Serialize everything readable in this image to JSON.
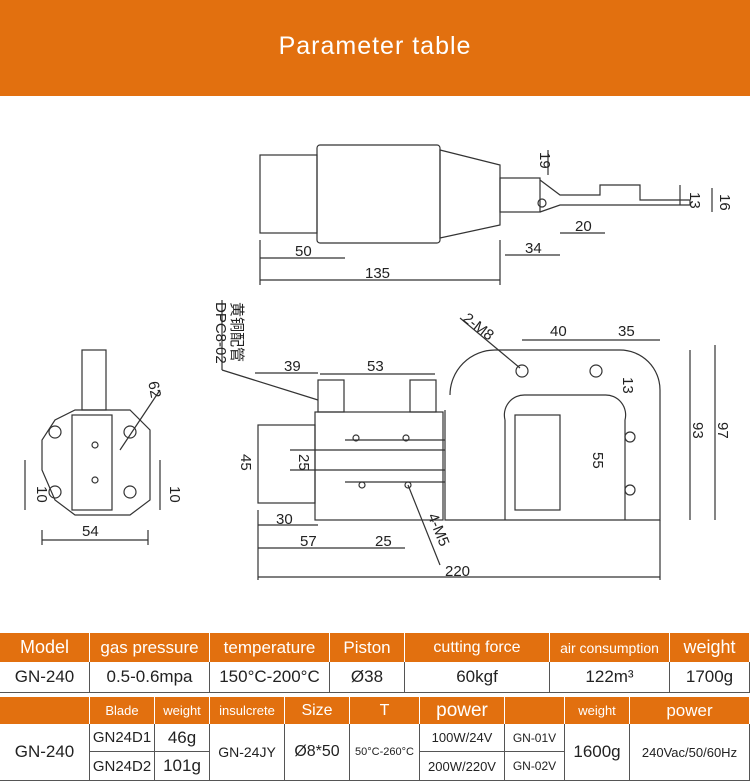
{
  "header": {
    "title": "Parameter table"
  },
  "drawing": {
    "dims_top": [
      "19",
      "13",
      "16",
      "50",
      "34",
      "20",
      "135"
    ],
    "dims_side": [
      "62",
      "10",
      "10",
      "54"
    ],
    "dims_front": [
      "39",
      "53",
      "2-M8",
      "40",
      "35",
      "13",
      "93",
      "97",
      "55",
      "45",
      "25",
      "30",
      "57",
      "25",
      "4-M5",
      "220"
    ],
    "note_cn": "黄铜配管",
    "note_code": "DPC8-02"
  },
  "table1": {
    "headers": [
      "Model",
      "gas pressure",
      "temperature",
      "Piston",
      "cutting force",
      "air consumption",
      "weight"
    ],
    "values": [
      "GN-240",
      "0.5-0.6mpa",
      "150°C-200°C",
      "Ø38",
      "60kgf",
      "122m³",
      "1700g"
    ]
  },
  "table2": {
    "headers": [
      "",
      "Blade",
      "weight",
      "insulcrete",
      "Size",
      "T",
      "power",
      "",
      "weight",
      "power"
    ],
    "model": "GN-240",
    "blades": [
      {
        "name": "GN24D1",
        "weight": "46g"
      },
      {
        "name": "GN24D2",
        "weight": "101g"
      }
    ],
    "insulcrete": "GN-24JY",
    "size": "Ø8*50",
    "temp": "50°C-260°C",
    "powers": [
      {
        "power": "100W/24V",
        "model": "GN-01V"
      },
      {
        "power": "200W/220V",
        "model": "GN-02V"
      }
    ],
    "weight": "1600g",
    "supply": "240Vac/50/60Hz"
  }
}
